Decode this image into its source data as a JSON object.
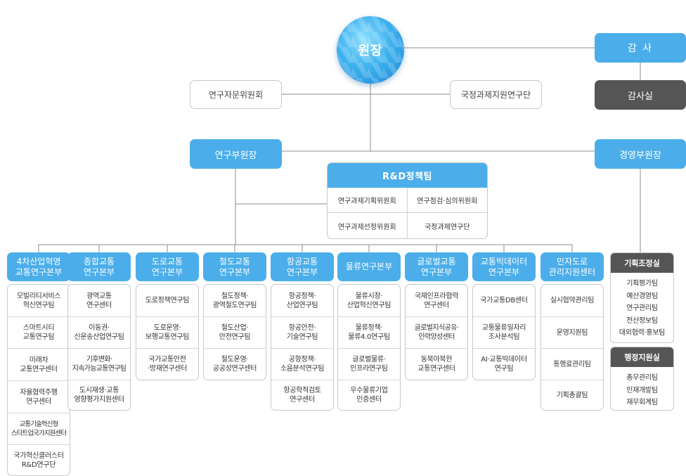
{
  "director": "원장",
  "auditor": "감 사",
  "audit_office": "감사실",
  "advisory_committee": "연구자문위원회",
  "national_task_group": "국정과제지원연구단",
  "vice_research": "연구부원장",
  "vice_management": "경영부원장",
  "rd_policy": {
    "title": "R&D정책팀",
    "cells": [
      "연구과제기획위원회",
      "연구점검·심의위원회",
      "연구과제선정위원회",
      "국정과제연구단"
    ]
  },
  "divisions": [
    {
      "title": "4차산업혁명\n교통연구본부",
      "items": [
        "모빌리티서비스\n혁신연구팀",
        "스마트시티\n교통연구팀",
        "미래차\n교통연구센터",
        "자율협력주행\n연구센터",
        "교통기술혁신형\n스타트업국가지원센터",
        "국가혁신클러스터\nR&D연구단"
      ]
    },
    {
      "title": "종합교통\n연구본부",
      "items": [
        "광역교통\n연구센터",
        "이동권·\n신운송산업연구팀",
        "기후변화·\n지속가능교통연구팀",
        "도시재생·교통\n영향평가지원센터"
      ]
    },
    {
      "title": "도로교통\n연구본부",
      "items": [
        "도로정책연구팀",
        "도로운영·\n보행교통연구팀",
        "국가교통안전\n·방재연구센터"
      ]
    },
    {
      "title": "철도교통\n연구본부",
      "items": [
        "철도정책·\n광역철도연구팀",
        "철도산업·\n안전연구팀",
        "철도운영·\n공공성연구센터"
      ]
    },
    {
      "title": "항공교통\n연구본부",
      "items": [
        "항공정책·\n산업연구팀",
        "항공안전·\n기술연구팀",
        "공항정책·\n소음분석연구팀",
        "항공학적검토\n연구센터"
      ]
    },
    {
      "title": "물류연구본부",
      "items": [
        "물류시장·\n산업혁신연구팀",
        "물류정책·\n물류4.0연구팀",
        "글로벌물류·\n인프라연구팀",
        "우수물류기업\n인증센터"
      ]
    },
    {
      "title": "글로벌교통\n연구본부",
      "items": [
        "국제인프라협력\n연구센터",
        "글로벌지식공유·\n인력양성센터",
        "동북아북한\n교통연구센터"
      ]
    },
    {
      "title": "교통빅데이터\n연구본부",
      "items": [
        "국가교통DB센터",
        "교통물류일자리\n조사분석팀",
        "AI·교통빅데이터\n연구팀"
      ]
    },
    {
      "title": "민자도로\n관리지원센터",
      "items": [
        "실시협약관리팀",
        "운영지원팀",
        "통행료관리팀",
        "기획총괄팀"
      ]
    }
  ],
  "planning_office": {
    "title": "기획조정실",
    "items": [
      "기획평가팀",
      "예산경영팀",
      "연구관리팀",
      "전산정보팀",
      "대외협력·홍보팀"
    ]
  },
  "admin_office": {
    "title": "행정지원실",
    "items": [
      "총무관리팀",
      "인재개발팀",
      "재무회계팀"
    ]
  }
}
